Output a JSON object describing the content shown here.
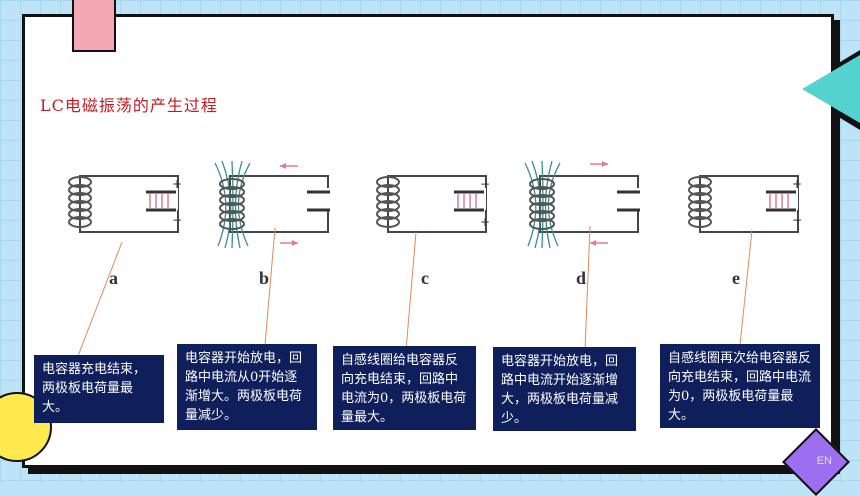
{
  "title": "LC电磁振荡的产生过程",
  "panels": [
    {
      "letter": "a",
      "desc": "电容器充电结束，两极板电荷量最大。"
    },
    {
      "letter": "b",
      "desc": "电容器开始放电，回路中电流从0开始逐渐增大。两极板电荷量减少。"
    },
    {
      "letter": "c",
      "desc": "自感线圈给电容器反向充电结束，回路中电流为0，两极板电荷量最大。"
    },
    {
      "letter": "d",
      "desc": "电容器开始放电，回路中电流开始逐渐增大，两极板电荷量减少。"
    },
    {
      "letter": "e",
      "desc": "自感线圈再次给电容器反向充电结束，回路中电流为0，两极板电荷量最大。"
    }
  ],
  "decor": {
    "diamond_label": "EN"
  },
  "colors": {
    "accent": "#c21d21",
    "box": "#0f1f5c",
    "field": "#3a8f8a",
    "arrow": "#e07b92"
  }
}
